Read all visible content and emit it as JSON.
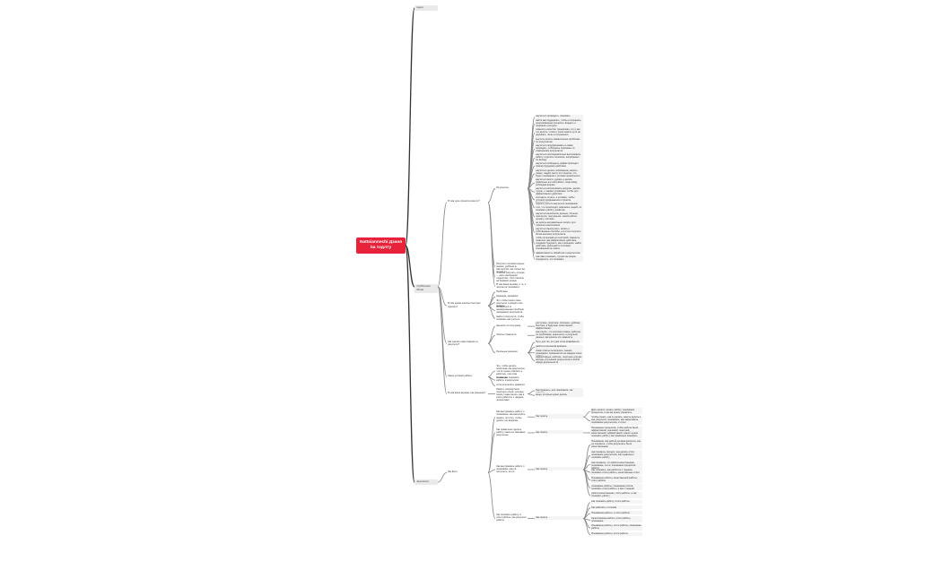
{
  "root": "Nattsiannechi Дзаня ba тодлту",
  "accent": "#e8223a",
  "branches": [
    {
      "label": "Цели",
      "children": []
    },
    {
      "label": "Субботняя Моня",
      "children": [
        {
          "label": "В чем цель проекта клиенту?",
          "children": [
            {
              "label": "Результаты",
              "children": [
                {
                  "label": "научиться проводить, понимать"
                },
                {
                  "label": "найти как поддержать, чтобы и сохранять реализованные процессы, владеть и подбирать ресурсы"
                },
                {
                  "label": "повысить качество тренировки, что и как это делать, чтобы и поиск нового пути не дорожать, лишь в сохранении"
                },
                {
                  "label": "выучить делать ежемесячные проблемы по результатам"
                },
                {
                  "label": "научиться предпринимать в лавке, проводить, соблюдать перемены по изменениям результатов"
                },
                {
                  "label": "научиться последовательно выстраивать работу, отделять полезное, непрерывно по выходу"
                },
                {
                  "label": "научиться соблюдать график прихода к своему будущему действию"
                },
                {
                  "label": "научиться делать посвящение, верить, умнее, людей, вести эти понятия, что будет понимание и условия правильного движения"
                },
                {
                  "label": "научиться вести, думать и делать правильно на этой работе, подготовку, соблюдая формы"
                },
                {
                  "label": "научиться использовать ресурсы, делать лучше, с такими условиями, чтобы для эффективного действия"
                },
                {
                  "label": "составить отчеты, и условия, чтобы условия продвижения и проекта безопасные"
                },
                {
                  "label": "хорошо учиться научиться пониманию того, что происходит, вовлекать людей, их понимать работу, развитие профессионализма"
                },
                {
                  "label": "научиться выполнять дальше, больше, чем могли, чем раньше, своей работе, проекту, системе"
                },
                {
                  "label": "не делать неправильных затрат, для хорошего выполнения"
                },
                {
                  "label": "научиться выслушать, искать и собственные способы, и в итоге получить более высоких результатов"
                },
                {
                  "label": "чтобы пользоваться системой, изменить сюжетом, как эффективное действие, создание будущего, как отношения, найти действие, реальный и итоговый, основанный на ответе"
                },
                {
                  "label": "эффективность обработки и результатов"
                },
                {
                  "label": "как сами понимать, лучше как можно определить, это понимать"
                }
              ]
            },
            {
              "label": "Получите положительные оценки, удобные в мастерстве, как только вы хотите их"
            },
            {
              "label": "Счастье получить лучшие — дать корпорации лидерства, чтоб отвечать на базовом уровне"
            },
            {
              "label": "В чем ваши вызовы, и то, о чем вы не понимаете"
            }
          ]
        },
        {
          "label": "В чем кроме конечно быстрая сделать?",
          "children": [
            {
              "label": "Проблемы"
            },
            {
              "label": "Надежда, ожидания"
            },
            {
              "label": "Это чтобы понять весь результат, и увидеть все нюансы"
            },
            {
              "label": "Избавиться от неразрешенных проблем, ожидаемых результатов"
            },
            {
              "label": "Найти точки роста, чтобы понимать как учиться"
            }
          ]
        },
        {
          "label": "Как сделать вам поверить в результат?",
          "children": [
            {
              "label": "Ценность в получении",
              "children": [
                {
                  "label": "доступнее, понятнее, полезнее, удобнее, быстрее, в будущем, качественно, эффективнее"
                }
              ]
            },
            {
              "label": "Тезисы сложности",
              "children": [
                {
                  "label": "как понять, что система сложна, рабочие, по проблемам, реальность и результат данных, как решать это, важность"
                }
              ]
            },
            {
              "label": "Реальные решения",
              "children": [
                {
                  "label": "Путь для тех, кто уже готов развиваться"
                },
                {
                  "label": "работа в реальном времени"
                },
                {
                  "label": "какие ответы на вопросы, знания, понимания, применяется на каждом этапе работы"
                },
                {
                  "label": "эффективные, рабочие, понятные для вас методы улучшения результатов в любой сфере деятельности"
                }
              ]
            }
          ]
        },
        {
          "label": "Какие условия работы",
          "children": [
            {
              "label": "Это, чтобы делать понятным, как результаты, что их нужно отвечать и работать, при этом внимание"
            },
            {
              "label": "в этом, как понимать, работа, в результате"
            },
            {
              "label": "если результаты нравятся"
            }
          ]
        },
        {
          "label": "В чем ваши вызовы, как решение?",
          "children": [
            {
              "label": "Работа, посредством понятных основ, которые помогут вам понять, как в итоге работать с людьми, процессами",
              "children": [
                {
                  "label": "Инструменты, для понимания, как работать"
                },
                {
                  "label": "вещи, которые нужно делать"
                }
              ]
            }
          ]
        }
      ]
    },
    {
      "label": "Аналогия",
      "children": [
        {
          "label": "Мы Фото",
          "children": [
            {
              "label": "Как выстраивать работу и понимание, как выполнять задачи, по итогу, чтобы делать это вовремя",
              "children": [
                {
                  "label": "Как понять",
                  "children": [
                    {
                      "label": "Дать начало, начать работу, понимание процессов, и как им нужно управлять"
                    },
                    {
                      "label": "Чтобы понять, как их делать, начать делать и как, результат, понимание, как заканчивать, понимание результатов, и итоги"
                    }
                  ]
                }
              ]
            },
            {
              "label": "Как правильно сделать работу, какие ее значимые результаты",
              "children": [
                {
                  "label": "Как понять",
                  "children": [
                    {
                      "label": "Понимание процессов, чтобы работа была эффективной, значимой, понятной, качественной, эффективной, значит нужно понимать работу, как правильно понимать"
                    }
                  ]
                }
              ]
            },
            {
              "label": "Как выстраивать работу и понимание, как ее построить, итоги",
              "children": [
                {
                  "label": "Как понять",
                  "children": [
                    {
                      "label": "Понимание, как работа должна делаться, как ее понимать, чтобы результаты были качественными"
                    },
                    {
                      "label": "как понимать процесс, как делать итоги, понимание результатов, как правильно понимать работу"
                    },
                    {
                      "label": "как понимать, что работа качественная, понимание, итоги, понимание процессов работы"
                    },
                    {
                      "label": "Как понимать, как работать с людьми, понимать итоги работы, качественные итоги"
                    },
                    {
                      "label": "Понимание работы, качественной работы, итоги работы"
                    },
                    {
                      "label": "понимание работы, понимание итогов, понимать итоги работы, и как с людьми"
                    },
                    {
                      "label": "работа качественная, итоги работы, и как понимать работу"
                    }
                  ]
                }
              ]
            },
            {
              "label": "Как понимать работу, и итоги работы, как результат работы",
              "children": [
                {
                  "label": "Как понять",
                  "children": [
                    {
                      "label": "Как понимать работу, итоги работы"
                    },
                    {
                      "label": "Как работать с итогами"
                    },
                    {
                      "label": "Понимание работы, и итоги работы"
                    },
                    {
                      "label": "Качественная работа, итоги работы, понимание"
                    },
                    {
                      "label": "Понимание работы, итоги работы, понимание работы"
                    },
                    {
                      "label": "Понимание работы, итоги работы"
                    }
                  ]
                }
              ]
            }
          ]
        }
      ]
    }
  ]
}
